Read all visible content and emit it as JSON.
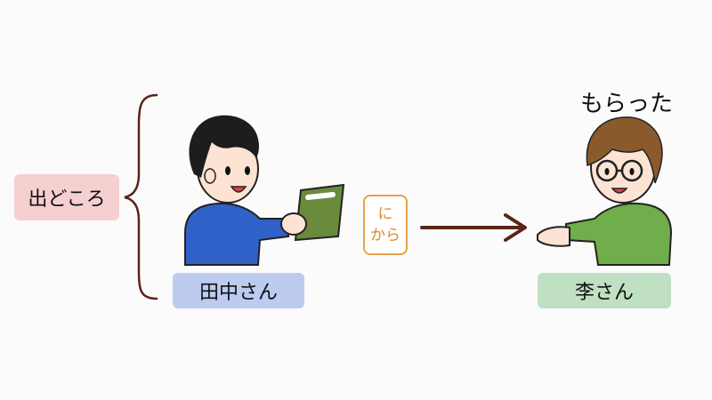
{
  "source_label": "出どころ",
  "giver_name": "田中さん",
  "receiver_name": "李さん",
  "particle": {
    "line1": "に",
    "line2": "から"
  },
  "verb": "もらった",
  "colors": {
    "source_bg": "#f6cfd0",
    "giver_bg": "#bccbef",
    "receiver_bg": "#bfe0c2",
    "particle": "#e8a248",
    "arrow": "#5a2417",
    "brace": "#5a2417",
    "giver_shirt": "#2f61c9",
    "receiver_shirt": "#6fae4a",
    "book": "#6a8a3c"
  }
}
